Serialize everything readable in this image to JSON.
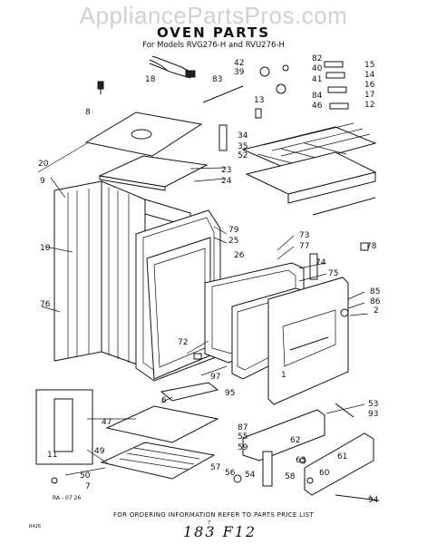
{
  "watermark": "AppliancePartsPros.com",
  "title": "OVEN PARTS",
  "subtitle": "For Models RVG276-H and RVU276-H",
  "footer": "FOR ORDERING INFORMATION REFER TO PARTS PRICE LIST",
  "handwritten_note": "183 F12",
  "ra_ref": "RA - 07 26",
  "corner_mark": "R426",
  "page_mark": "7",
  "callouts": [
    "42",
    "82",
    "15",
    "39",
    "40",
    "14",
    "18",
    "83",
    "41",
    "16",
    "13",
    "84",
    "17",
    "8",
    "46",
    "12",
    "34",
    "35",
    "52",
    "20",
    "23",
    "9",
    "24",
    "79",
    "25",
    "73",
    "10",
    "77",
    "78",
    "26",
    "74",
    "75",
    "76",
    "85",
    "86",
    "2",
    "72",
    "1",
    "6",
    "97",
    "95",
    "53",
    "93",
    "47",
    "87",
    "62",
    "55",
    "63",
    "61",
    "59",
    "11",
    "49",
    "57",
    "56",
    "54",
    "58",
    "60",
    "50",
    "7",
    "94"
  ],
  "colors": {
    "ink": "#111111",
    "paper": "#ffffff",
    "watermark": "#969696"
  }
}
